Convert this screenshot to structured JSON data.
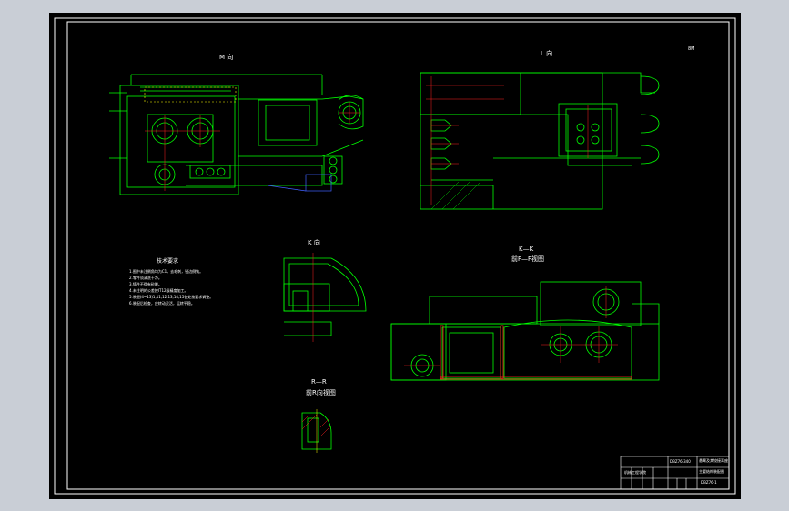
{
  "views": {
    "view_m_title": "M 向",
    "view_l_title": "L 向",
    "view_k_title": "K 向",
    "section_kk_label": "K—K",
    "section_kk_caption": "前F—F视图",
    "section_rr_label": "R—R",
    "section_rr_caption": "前R向视图",
    "corner_mark": "8M"
  },
  "notes": {
    "title": "技术要求",
    "lines": [
      "1.图中未注倒角均为C1，去毛刺，锐边倒钝。",
      "2.零件须清洗干净。",
      "3.铸件不得有砂眼。",
      "4.未注明的公差按IT12级精度加工。",
      "5.装配(4~13)1,11,12,13,14,15各处按要求调整。",
      "6.装配后检查，应转动灵活，运转平稳。"
    ]
  },
  "title_block": {
    "project": "DBZ76-340",
    "name_line1": "悬臂及其铰接耳座",
    "name_line2": "主要结构装配图",
    "drawing_no": "DBZ76-1",
    "school": "机械工程学院"
  },
  "colors": {
    "background": "#000000",
    "frame": "#ffffff",
    "outline": "#00ff00",
    "center": "#ff2020",
    "hidden": "#4060ff",
    "accent": "#ffff00"
  }
}
